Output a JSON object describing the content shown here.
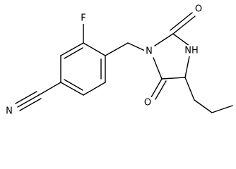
{
  "molecule": {
    "atom_labels": {
      "fluorine": "F",
      "nitrile_nitrogen": "N",
      "ring_nitrogen_1": "N",
      "ring_nitrogen_3": "NH",
      "carbonyl_oxygen_2": "O",
      "carbonyl_oxygen_5": "O"
    }
  }
}
